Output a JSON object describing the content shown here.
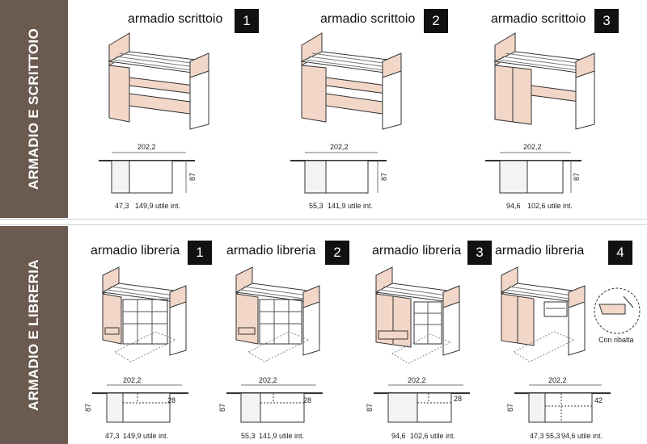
{
  "sections": [
    {
      "side_label": "ARMADIO E SCRITTOIO",
      "items": [
        {
          "title": "armadio scrittoio",
          "num": "1",
          "width": "202,2",
          "height": "87",
          "dims": [
            "47,3",
            "149,9 utile int."
          ]
        },
        {
          "title": "armadio scrittoio",
          "num": "2",
          "width": "202,2",
          "height": "87",
          "dims": [
            "55,3",
            "141,9 utile int."
          ]
        },
        {
          "title": "armadio scrittoio",
          "num": "3",
          "width": "202,2",
          "height": "87",
          "dims": [
            "94,6",
            "102,6 utile int."
          ]
        }
      ]
    },
    {
      "side_label": "ARMADIO E LIBRERIA",
      "items": [
        {
          "title": "armadio libreria",
          "num": "1",
          "width": "202,2",
          "height": "87",
          "extra": "28",
          "dims": [
            "47,3",
            "149,9 utile int."
          ]
        },
        {
          "title": "armadio libreria",
          "num": "2",
          "width": "202,2",
          "height": "87",
          "extra": "28",
          "dims": [
            "55,3",
            "141,9 utile int."
          ]
        },
        {
          "title": "armadio libreria",
          "num": "3",
          "width": "202,2",
          "height": "87",
          "extra": "28",
          "dims": [
            "94,6",
            "102,6 utile int."
          ]
        },
        {
          "title": "armadio libreria",
          "num": "4",
          "width": "202,2",
          "height": "87",
          "extra": "42",
          "dims": [
            "47,3",
            "55,3",
            "94,6 utile int."
          ]
        }
      ],
      "detail_caption": "Con ribalta"
    }
  ],
  "colors": {
    "side_bg": "#6a5a4f",
    "wood": "#f2d7c8",
    "line": "#333333"
  }
}
